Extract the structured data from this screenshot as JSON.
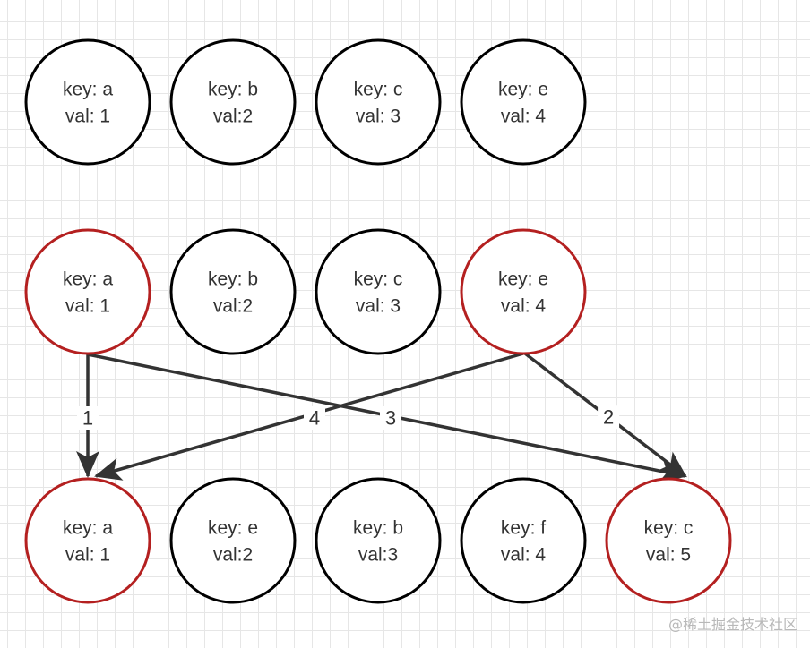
{
  "colors": {
    "default_border": "#000000",
    "highlight_border": "#b42020",
    "edge": "#333333",
    "text": "#333333"
  },
  "rows": [
    {
      "nodes": [
        {
          "key": "key: a",
          "val": "val: 1",
          "highlighted": false
        },
        {
          "key": "key: b",
          "val": "val:2",
          "highlighted": false
        },
        {
          "key": "key: c",
          "val": "val: 3",
          "highlighted": false
        },
        {
          "key": "key: e",
          "val": "val: 4",
          "highlighted": false
        }
      ]
    },
    {
      "nodes": [
        {
          "key": "key: a",
          "val": "val: 1",
          "highlighted": true
        },
        {
          "key": "key: b",
          "val": "val:2",
          "highlighted": false
        },
        {
          "key": "key: c",
          "val": "val: 3",
          "highlighted": false
        },
        {
          "key": "key: e",
          "val": "val: 4",
          "highlighted": true
        }
      ]
    },
    {
      "nodes": [
        {
          "key": "key: a",
          "val": "val: 1",
          "highlighted": true
        },
        {
          "key": "key: e",
          "val": "val:2",
          "highlighted": false
        },
        {
          "key": "key: b",
          "val": "val:3",
          "highlighted": false
        },
        {
          "key": "key: f",
          "val": "val: 4",
          "highlighted": false
        },
        {
          "key": "key: c",
          "val": "val: 5",
          "highlighted": true
        }
      ]
    }
  ],
  "edges": [
    {
      "from": [
        1,
        0
      ],
      "to": [
        2,
        0
      ],
      "label": "1"
    },
    {
      "from": [
        1,
        3
      ],
      "to": [
        2,
        4
      ],
      "label": "2"
    },
    {
      "from": [
        1,
        0
      ],
      "to": [
        2,
        4
      ],
      "label": "3"
    },
    {
      "from": [
        1,
        3
      ],
      "to": [
        2,
        0
      ],
      "label": "4"
    }
  ],
  "watermark": "@稀土掘金技术社区"
}
